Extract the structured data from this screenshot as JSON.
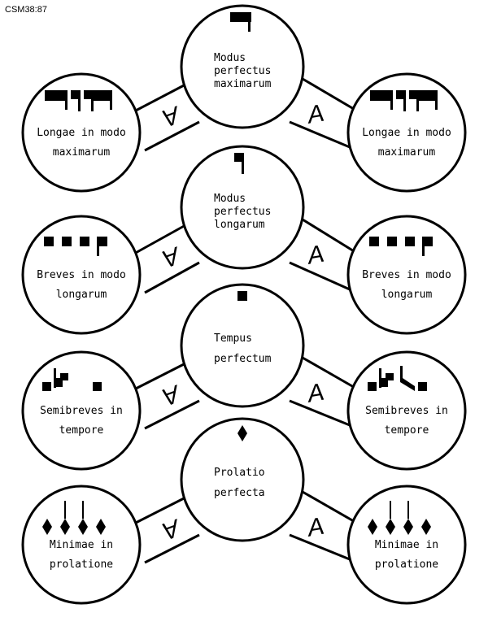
{
  "reference": "CSM38:87",
  "connector_letter": "A",
  "rows": [
    {
      "center": [
        "Modus",
        "perfectus",
        "maximarum"
      ],
      "side": [
        "Longae in modo",
        "maximarum"
      ],
      "note": "maxima"
    },
    {
      "center": [
        "Modus",
        "perfectus",
        "longarum"
      ],
      "side": [
        "Breves in modo",
        "longarum"
      ],
      "note": "longa"
    },
    {
      "center": [
        "Tempus",
        "perfectum"
      ],
      "side": [
        "Semibreves in",
        "tempore"
      ],
      "note": "brevis"
    },
    {
      "center": [
        "Prolatio",
        "perfecta"
      ],
      "side": [
        "Minimae in",
        "prolatione"
      ],
      "note": "semibrevis"
    }
  ]
}
